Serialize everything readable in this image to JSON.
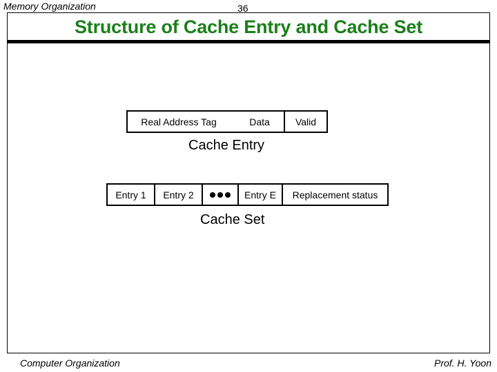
{
  "header": {
    "section": "Memory Organization",
    "page_number": "36"
  },
  "title": "Structure of Cache Entry and Cache Set",
  "cache_entry": {
    "fields": [
      "Real Address Tag",
      "Data",
      "Valid"
    ],
    "caption": "Cache Entry"
  },
  "cache_set": {
    "fields": [
      "Entry 1",
      "Entry 2",
      "Entry E",
      "Replacement status"
    ],
    "ellipsis_icon": "three-dots",
    "caption": "Cache Set"
  },
  "footer": {
    "course": "Computer Organization",
    "author": "Prof.  H. Yoon"
  }
}
